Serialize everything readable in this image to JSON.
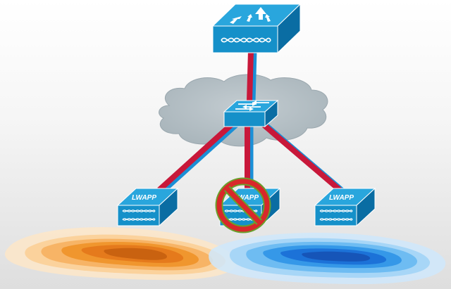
{
  "diagram": {
    "access_points": [
      {
        "label": "LWAPP",
        "status": "active"
      },
      {
        "label": "LWAPP",
        "status": "failed"
      },
      {
        "label": "LWAPP",
        "status": "active"
      }
    ],
    "colors": {
      "device_top": "#29a6dd",
      "device_front": "#1590c9",
      "device_side": "#0a6da3",
      "link": "#c8183a",
      "cloud": "#b5c0c6",
      "coverage_warm": "#e8801e",
      "coverage_cool": "#1a7fe0",
      "no_symbol": "#d8282a",
      "no_symbol_ring": "#6aa02c"
    },
    "icons": [
      "controller-icon",
      "switch-icon",
      "access-point-icon",
      "no-symbol-icon",
      "cloud-icon"
    ]
  }
}
